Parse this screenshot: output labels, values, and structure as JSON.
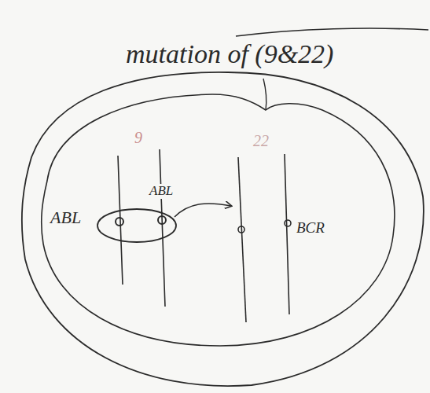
{
  "diagram": {
    "title": "mutation of (9&22)",
    "labels": [
      "9",
      "22",
      "ABL",
      "ABL",
      "BCR"
    ]
  }
}
